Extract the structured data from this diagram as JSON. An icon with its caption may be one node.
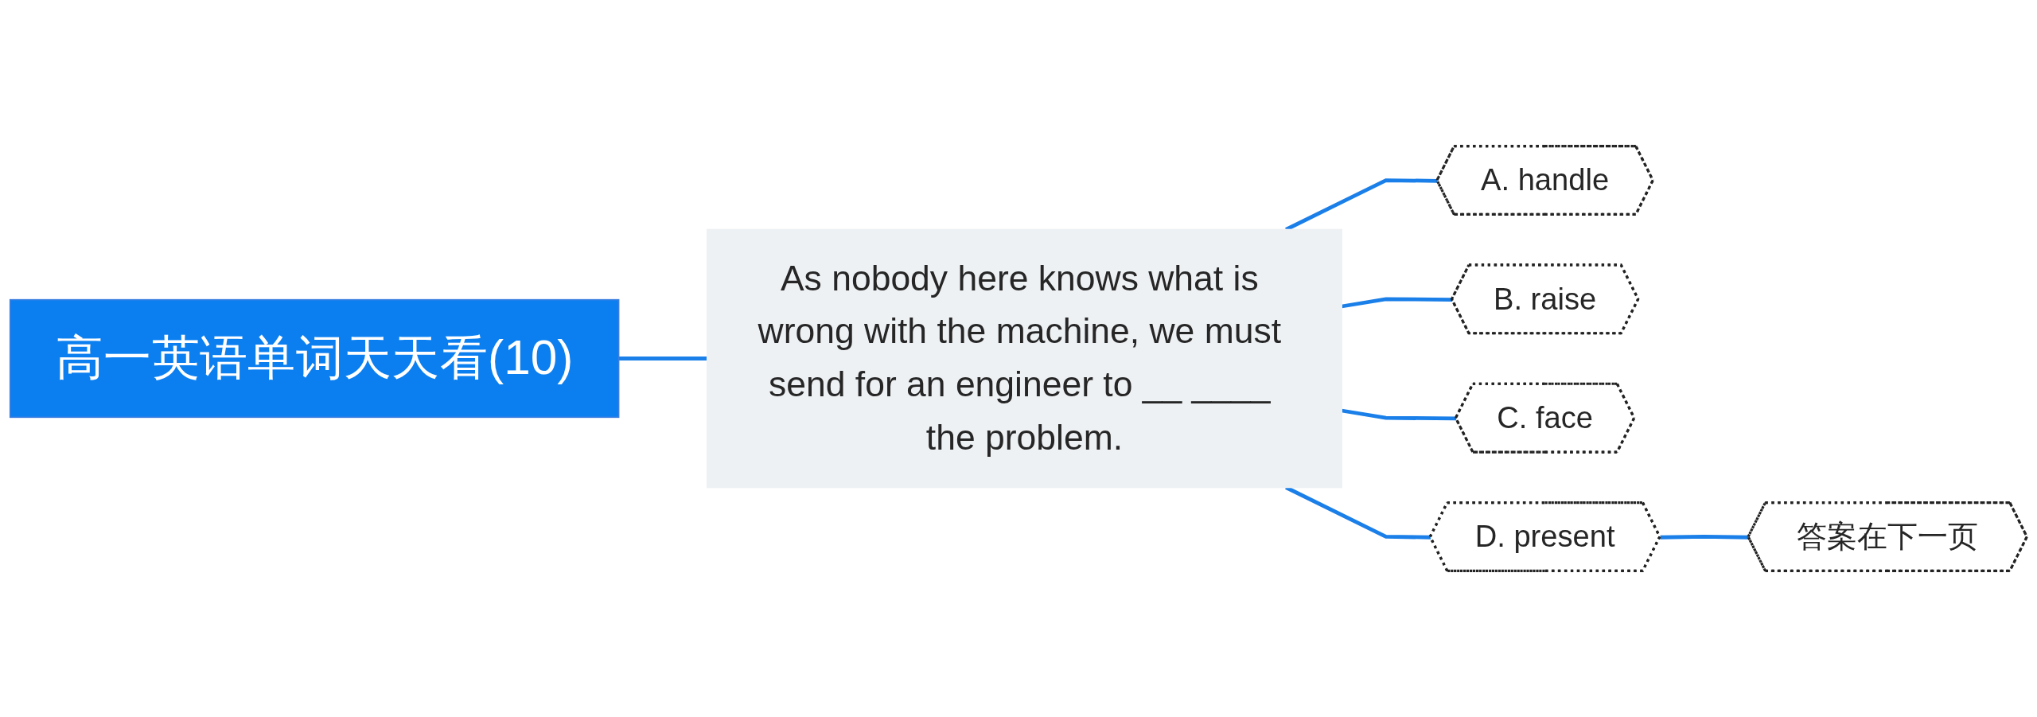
{
  "diagram": {
    "nodes": [
      {
        "text": [
          "高一英语单词天天看(10)"
        ]
      },
      {
        "text": [
          "As nobody here knows what is wrong with the machine, we must send for an engineer to __ ____ the problem."
        ]
      },
      {
        "text": [
          "A. handle"
        ]
      },
      {
        "text": [
          "B. raise"
        ]
      },
      {
        "text": [
          "C. face"
        ]
      },
      {
        "text": [
          "D. present"
        ]
      },
      {
        "text": [
          "答案在下一页"
        ]
      }
    ],
    "edges": [
      {
        "from": 0,
        "to": 1,
        "arrow": "none"
      },
      {
        "from": 1,
        "to": 2,
        "arrow": "none"
      },
      {
        "from": 1,
        "to": 3,
        "arrow": "none"
      },
      {
        "from": 1,
        "to": 4,
        "arrow": "none"
      },
      {
        "from": 1,
        "to": 5,
        "arrow": "none"
      },
      {
        "from": 5,
        "to": 6,
        "arrow": "none"
      }
    ]
  }
}
